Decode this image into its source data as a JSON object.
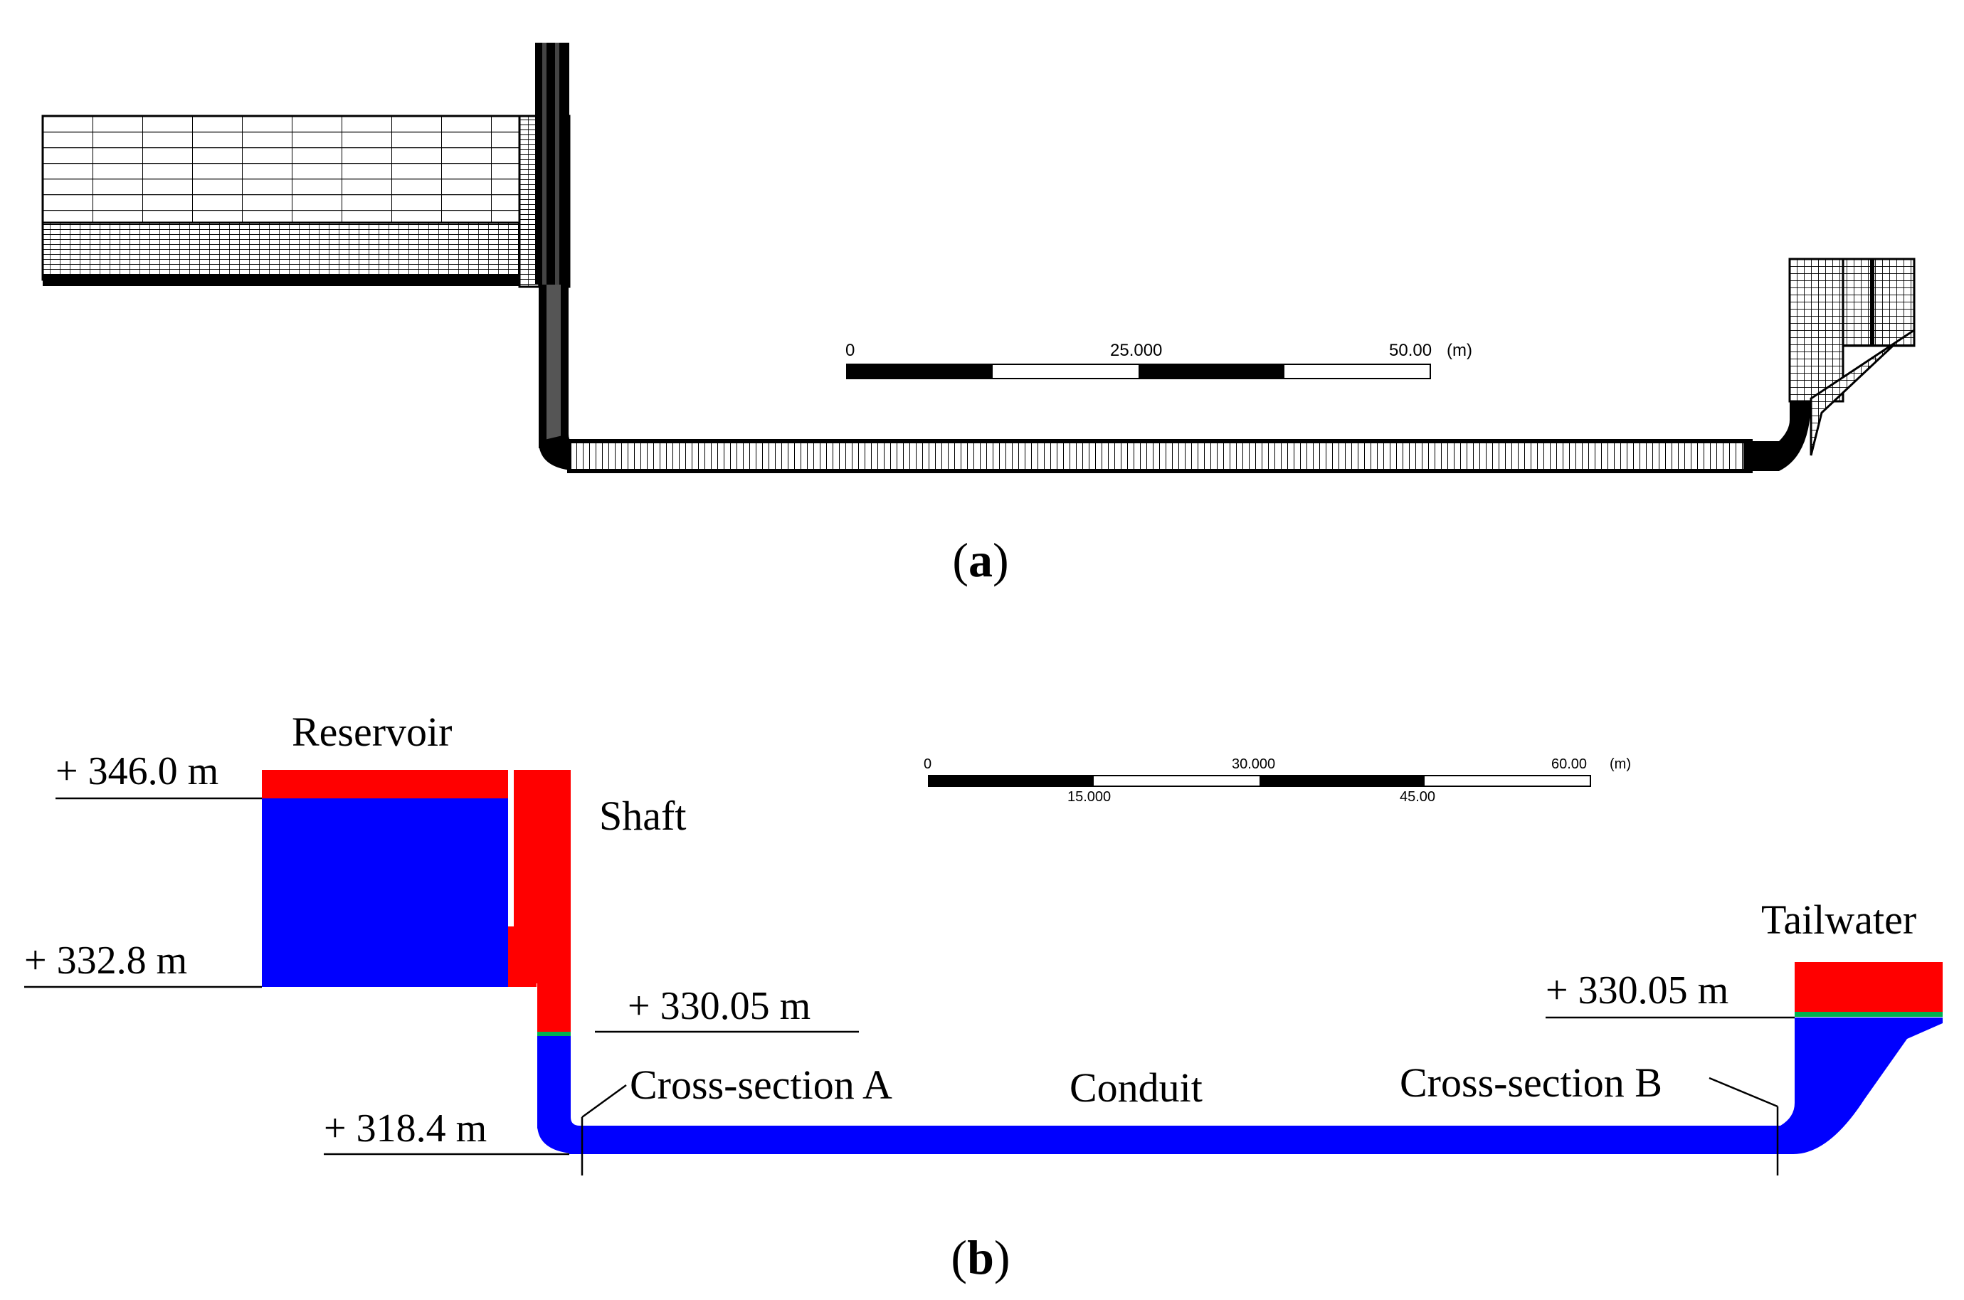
{
  "panels": {
    "a": {
      "label_open": "(",
      "label_letter": "a",
      "label_close": ")"
    },
    "b": {
      "label_open": "(",
      "label_letter": "b",
      "label_close": ")"
    }
  },
  "scale_bar_a": {
    "ticks": [
      "0",
      "25.000",
      "50.00"
    ],
    "unit": "(m)"
  },
  "scale_bar_b": {
    "ticks_top": [
      "0",
      "30.000",
      "60.00"
    ],
    "ticks_bottom": [
      "15.000",
      "45.00"
    ],
    "unit": "(m)"
  },
  "labels": {
    "reservoir": "Reservoir",
    "shaft": "Shaft",
    "tailwater": "Tailwater",
    "conduit": "Conduit",
    "cross_section_a": "Cross-section A",
    "cross_section_b": "Cross-section B"
  },
  "elevations": {
    "reservoir_surface": "+ 346.0 m",
    "reservoir_bottom": "+ 332.8 m",
    "shaft_level": "+ 330.05 m",
    "tailwater_level": "+ 330.05 m",
    "conduit_invert": "+ 318.4 m"
  },
  "colors": {
    "water": "#0000ff",
    "air": "#ff0000",
    "interface": "#00b050",
    "mesh": "#000000"
  }
}
